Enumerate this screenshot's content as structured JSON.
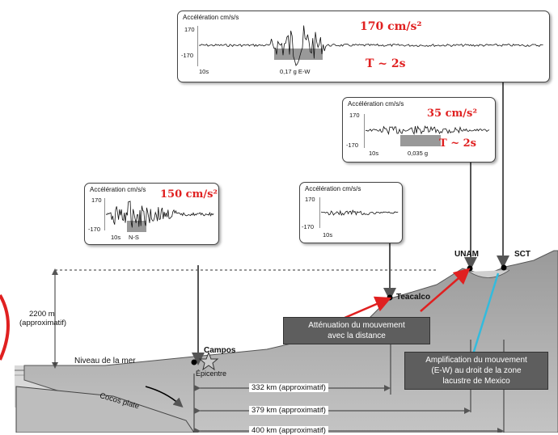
{
  "top_box": {
    "title": "Accélération cm/s/s",
    "y_max": "170",
    "y_min": "-170",
    "time_label": "10s",
    "peak_label": "0,17 g  E-W",
    "big_value": "170 cm/s²",
    "period": "T ~ 2s"
  },
  "unam_box": {
    "title": "Accélération cm/s/s",
    "y_max": "170",
    "y_min": "-170",
    "time_label": "10s",
    "peak_label": "0,035 g",
    "big_value": "35 cm/s²",
    "period": "T ~ 2s"
  },
  "teacalco_box": {
    "title": "Accélération cm/s/s",
    "y_max": "170",
    "y_min": "-170",
    "time_label": "10s"
  },
  "campos_box": {
    "title": "Accélération cm/s/s",
    "y_max": "170",
    "y_min": "-170",
    "time_label": "10s",
    "peak_label": "N-S",
    "big_value": "150 cm/s²"
  },
  "stations": {
    "unam": "UNAM",
    "sct": "SCT",
    "teacalco": "Teacalco",
    "campos": "Campos",
    "epicentre": "Épicentre"
  },
  "labels": {
    "elevation": "2200 m",
    "elevation_note": "(approximatif)",
    "sea_level": "Niveau de la mer",
    "plate": "Cocos plate"
  },
  "callouts": {
    "attenuation": [
      "Atténuation du mouvement",
      "avec la distance"
    ],
    "amplification": [
      "Amplification du mouvement",
      "(E-W) au droit de la zone",
      "lacustre de Mexico"
    ]
  },
  "distances": [
    "332 km (approximatif)",
    "379 km (approximatif)",
    "400 km (approximatif)"
  ],
  "colors": {
    "highlight": "#e02020",
    "arrow": "#e02020",
    "pointer": "#33bbdd",
    "terrain": "#a9a9a9"
  }
}
